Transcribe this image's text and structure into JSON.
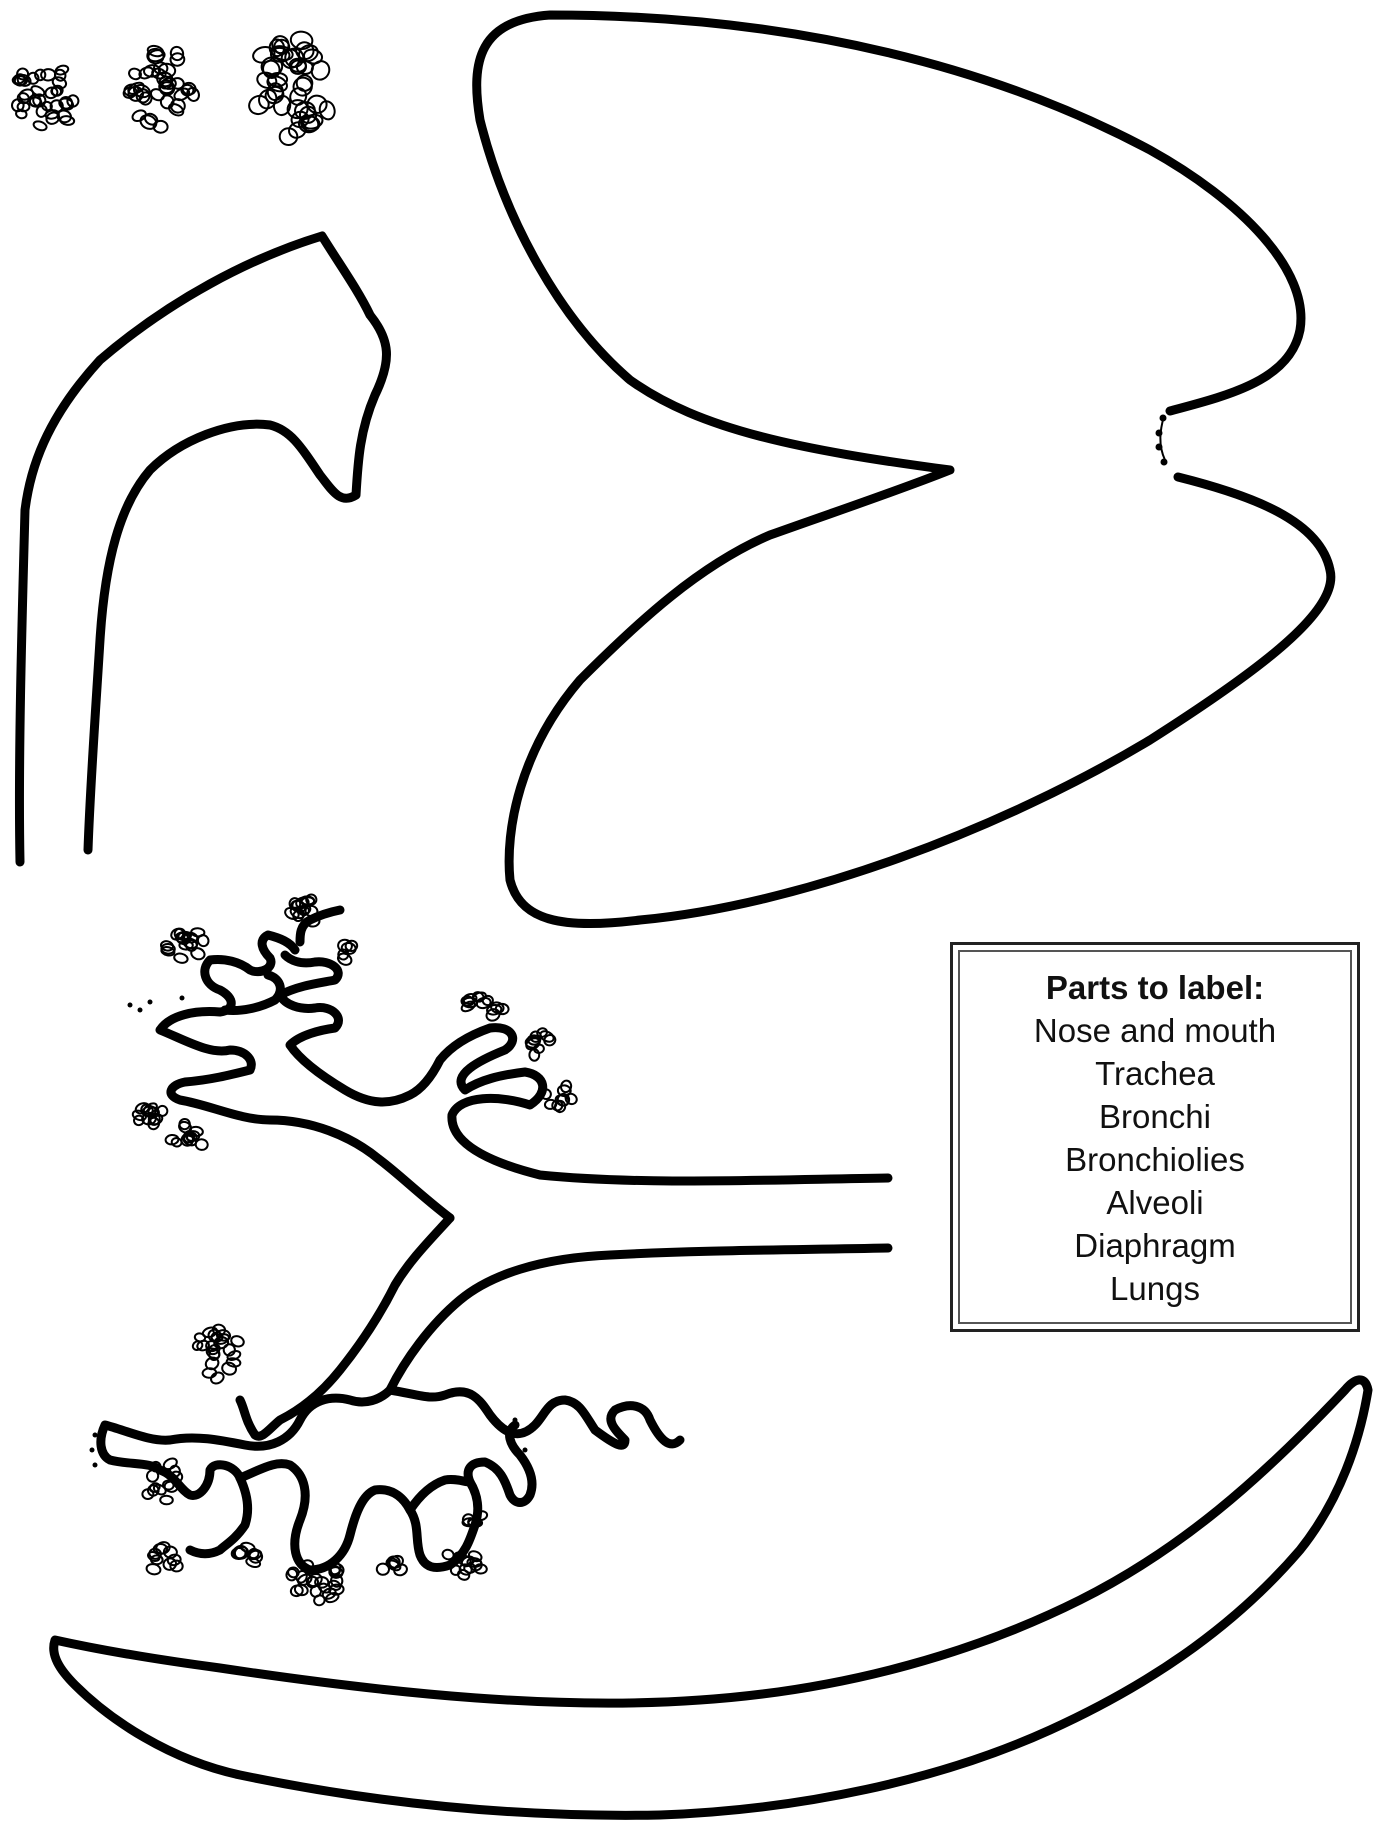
{
  "label_box": {
    "title": "Parts to label:",
    "items": [
      "Nose and mouth",
      "Trachea",
      "Bronchi",
      "Bronchiolies",
      "Alveoli",
      "Diaphragm",
      "Lungs"
    ]
  },
  "alveoli_sample_count": 3,
  "colors": {
    "ink": "#000000",
    "paper": "#ffffff"
  }
}
